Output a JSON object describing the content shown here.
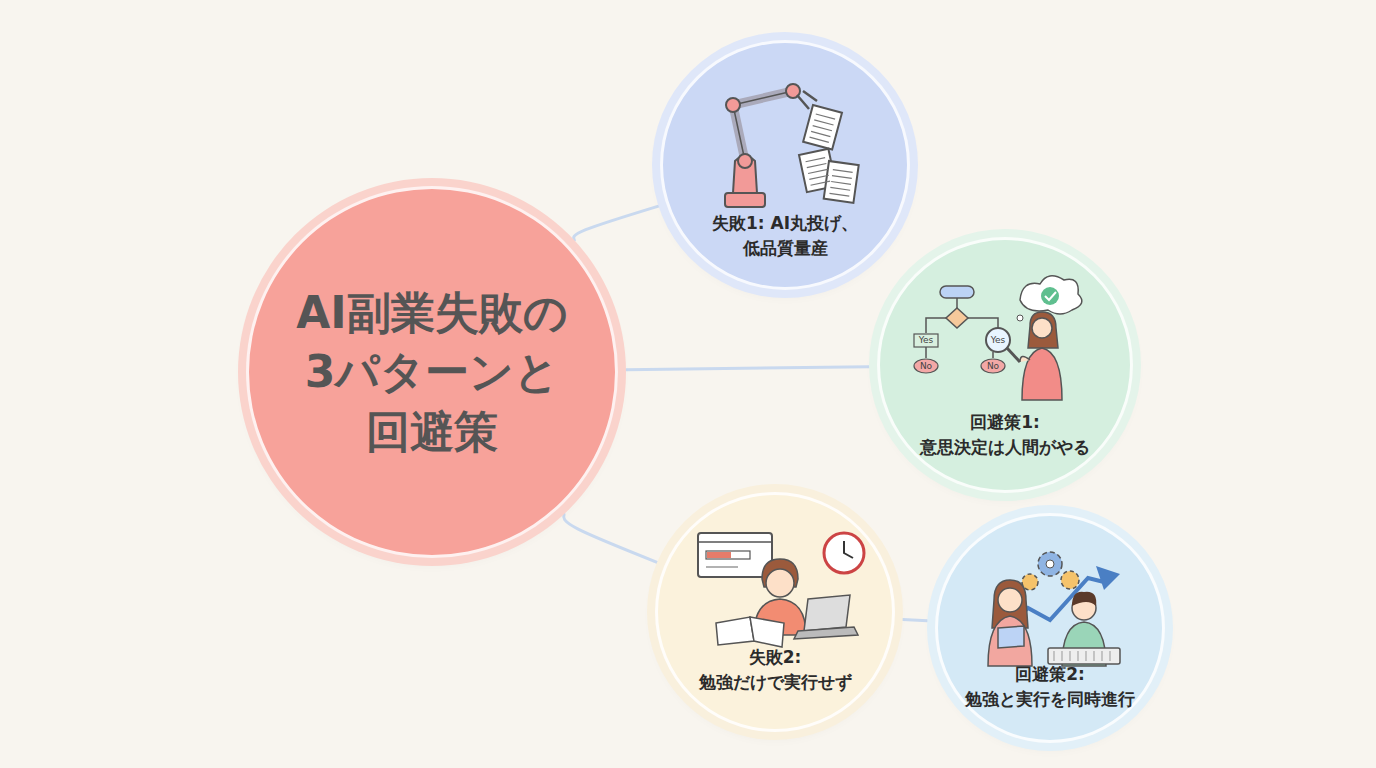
{
  "diagram": {
    "nodes": [
      {
        "text": [
          "AI副業失敗の 3パターンと 回避策"
        ]
      },
      {
        "text": [
          "失敗1: AI丸投げ、 低品質量産"
        ]
      },
      {
        "text": [
          "回避策1: 意思決定は人間がやる"
        ]
      },
      {
        "text": [
          "失敗2: 勉強だけで実行せず"
        ]
      },
      {
        "text": [
          "回避策2: 勉強と実行を同時進行"
        ]
      }
    ],
    "edges": [
      {
        "from": 0,
        "to": 1,
        "arrow": "none"
      },
      {
        "from": 0,
        "to": 2,
        "arrow": "none"
      },
      {
        "from": 0,
        "to": 3,
        "arrow": "none"
      },
      {
        "from": 3,
        "to": 4,
        "arrow": "none"
      }
    ],
    "labels": [
      "Yes",
      "Yes",
      "No",
      "No"
    ]
  }
}
